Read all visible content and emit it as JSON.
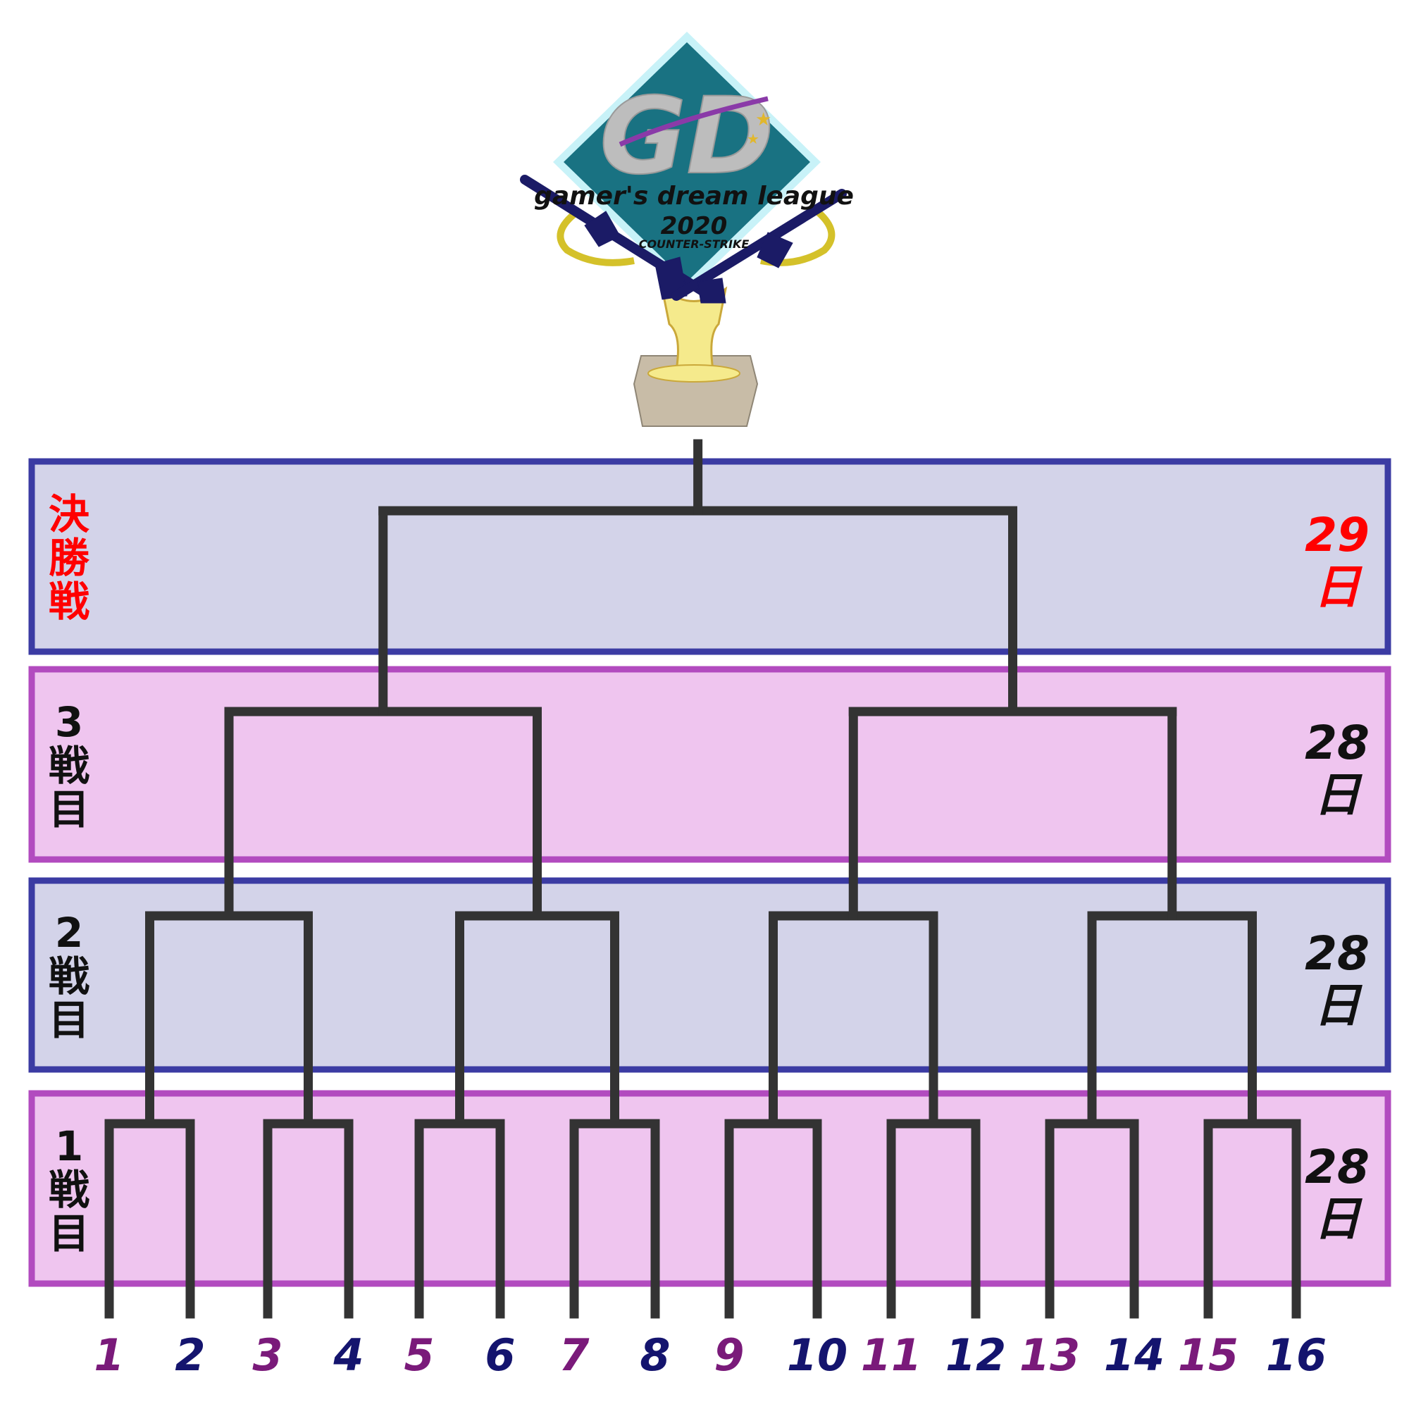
{
  "logo": {
    "monogram": "GD",
    "title": "gamer's dream league",
    "year": "2020",
    "subtitle": "COUNTER-STRIKE"
  },
  "rounds": [
    {
      "name": "決勝戦",
      "day": "29日",
      "label_color": "#ff0000",
      "day_color": "#ff0000",
      "band_fill": "#d3d3e9",
      "band_border": "#3b3ba3"
    },
    {
      "name": "3戦目",
      "day": "28日",
      "label_color": "#111111",
      "day_color": "#111111",
      "band_fill": "#efc5ef",
      "band_border": "#b24bbf"
    },
    {
      "name": "2戦目",
      "day": "28日",
      "label_color": "#111111",
      "day_color": "#111111",
      "band_fill": "#d3d3e9",
      "band_border": "#3b3ba3"
    },
    {
      "name": "1戦目",
      "day": "28日",
      "label_color": "#111111",
      "day_color": "#111111",
      "band_fill": "#efc5ef",
      "band_border": "#b24bbf"
    }
  ],
  "seeds": [
    "1",
    "2",
    "3",
    "4",
    "5",
    "6",
    "7",
    "8",
    "9",
    "10",
    "11",
    "12",
    "13",
    "14",
    "15",
    "16"
  ],
  "seed_colors": {
    "odd": "#7a1a7a",
    "even": "#14146e"
  },
  "colors": {
    "bracket_line": "#333333",
    "trophy_cup": "#f5ea8c",
    "trophy_base": "#c8bca7",
    "logo_teal": "#197282",
    "logo_gray": "#bdbdbd",
    "logo_navy": "#1b1b66"
  }
}
